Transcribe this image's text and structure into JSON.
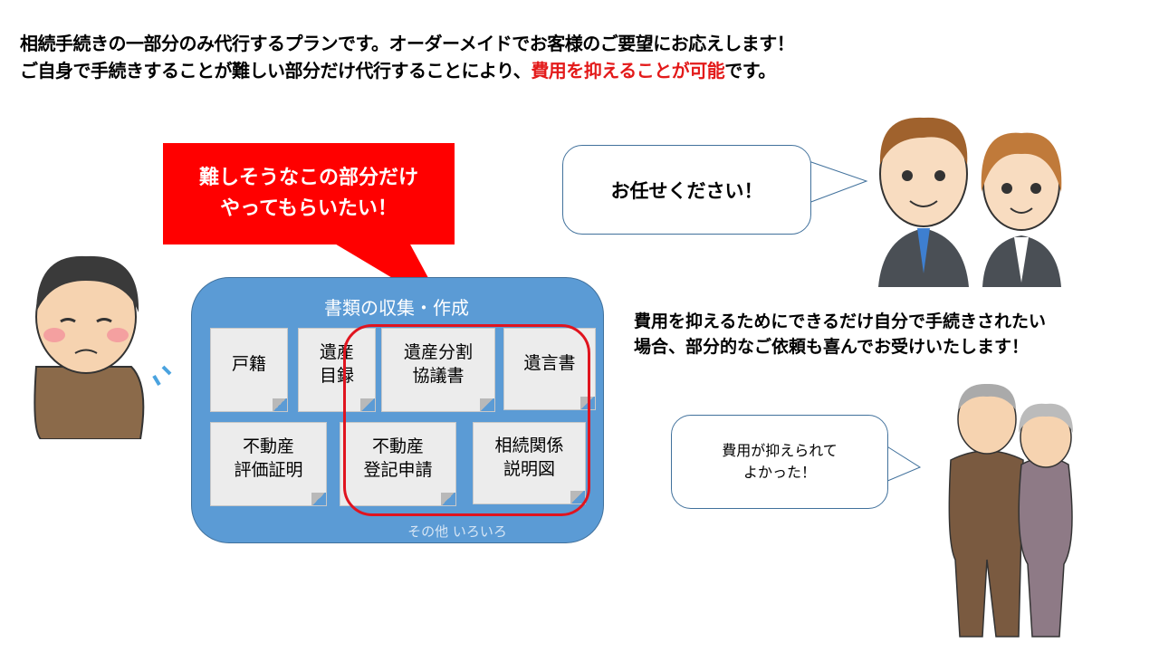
{
  "intro": {
    "line1": "相続手続きの一部分のみ代行するプランです。オーダーメイドでお客様のご要望にお応えします！",
    "line2_before": "ご自身で手続きすることが難しい部分だけ代行することにより、",
    "line2_highlight": "費用を抑えることが可能",
    "line2_after": "です。"
  },
  "callout": {
    "line1": "難しそうなこの部分だけ",
    "line2": "やってもらいたい！"
  },
  "documents_box": {
    "title": "書類の収集・作成",
    "documents": [
      {
        "line1": "戸籍",
        "line2": ""
      },
      {
        "line1": "遺産",
        "line2": "目録"
      },
      {
        "line1": "遺産分割",
        "line2": "協議書"
      },
      {
        "line1": "遺言書",
        "line2": ""
      },
      {
        "line1": "不動産",
        "line2": "評価証明"
      },
      {
        "line1": "不動産",
        "line2": "登記申請"
      },
      {
        "line1": "相続関係",
        "line2": "説明図"
      }
    ],
    "footer": "その他 いろいろ"
  },
  "staff_bubble": "お任せください！",
  "side_text": {
    "line1": "費用を抑えるためにできるだけ自分で手続きされたい",
    "line2": "場合、部分的なご依頼も喜んでお受けいたします！"
  },
  "client_bubble": {
    "line1": "費用が抑えられて",
    "line2": "よかった！"
  },
  "colors": {
    "highlight": "#e31a1a",
    "callout": "#ff0000",
    "box": "#5b9bd5"
  }
}
